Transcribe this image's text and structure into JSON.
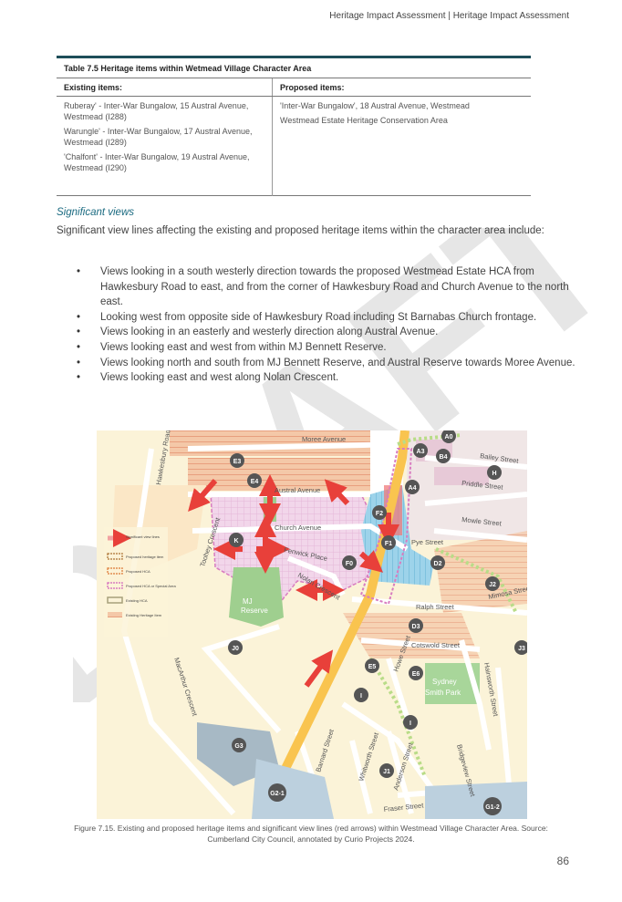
{
  "header": {
    "text": "Heritage Impact Assessment | Heritage Impact Assessment"
  },
  "watermark": {
    "text": "DRAFT"
  },
  "table": {
    "title": "Table 7.5 Heritage items within Wetmead Village Character Area",
    "col1_header": "Existing items:",
    "col2_header": "Proposed items:",
    "existing": [
      "Ruberay' - Inter-War Bungalow, 15 Austral Avenue, Westmead (I288)",
      "Warungle' - Inter-War Bungalow, 17 Austral Avenue, Westmead (I289)",
      "'Chalfont' - Inter-War Bungalow, 19 Austral Avenue, Westmead (I290)"
    ],
    "proposed": [
      "'Inter-War Bungalow', 18 Austral Avenue, Westmead",
      "Westmead Estate Heritage Conservation Area"
    ]
  },
  "section": {
    "heading": "Significant views",
    "intro": "Significant view lines affecting the existing and proposed heritage items within the character area include:",
    "bullets": [
      "Views looking in a south westerly direction towards the proposed Westmead Estate HCA from Hawkesbury Road to east, and from the corner of Hawkesbury Road and Church Avenue to the north east.",
      "Looking west from opposite side of Hawkesbury Road including St Barnabas Church frontage.",
      "Views looking in an easterly and westerly direction along Austral Avenue.",
      "Views looking east and west from within MJ Bennett Reserve.",
      "Views looking north and south from MJ Bennett Reserve, and Austral Reserve towards Moree Avenue.",
      "Views looking east and west along Nolan Crescent."
    ]
  },
  "map": {
    "streets": {
      "moree": "Moree Avenue",
      "austral": "Austral Avenue",
      "church": "Church Avenue",
      "fenwick": "Fenwick Place",
      "nolan": "Nolan Crescent",
      "toohey": "Toohey Crescent",
      "bailey": "Bailey Street",
      "priddle": "Priddle Street",
      "mowle": "Mowle Street",
      "pye": "Pye Street",
      "mimosa": "Mimosa Street",
      "ralph": "Ralph Street",
      "cotswold": "Cotswold Street",
      "macarthur": "MacArthur Crescent",
      "howe": "Howe Street",
      "hainsworth": "Hainsworth Street",
      "barnard": "Barnard Street",
      "whitworth": "Whitworth Street",
      "anderson": "Anderson Street",
      "fraser": "Fraser Street",
      "bridgeview": "Bridgeview Street",
      "hawkesbury": "Hawkesbury Road"
    },
    "parks": {
      "mj": "MJ",
      "reserve": "Reserve",
      "sydney1": "Sydney",
      "sydney2": "Smith Park"
    },
    "labels": {
      "a0": "A0",
      "a3": "A3",
      "b4": "B4",
      "a4": "A4",
      "h": "H",
      "e3": "E3",
      "e4": "E4",
      "f2": "F2",
      "f1": "F1",
      "f0": "F0",
      "d2": "D2",
      "j2": "J2",
      "k": "K",
      "d3": "D3",
      "j0": "J0",
      "e5": "E5",
      "e6": "E6",
      "i1": "I",
      "i2": "I",
      "j3": "J3",
      "g3": "G3",
      "j1": "J1",
      "g21": "G2-1",
      "g12": "G1-2"
    },
    "legend": [
      "Significant view lines",
      "Proposed heritage item",
      "Proposed HCA",
      "Proposed HCA or Special Area",
      "Existing HCA",
      "Existing Heritage Item"
    ]
  },
  "caption": "Figure 7.15. Existing and proposed heritage items and significant view lines (red arrows) within Westmead Village Character Area. Source: Cumberland City Council, annotated by Curio Projects 2024.",
  "page_number": "86",
  "colors": {
    "table_rule": "#1e4e59",
    "heading": "#1a6a80",
    "arrow": "#e8403a"
  }
}
